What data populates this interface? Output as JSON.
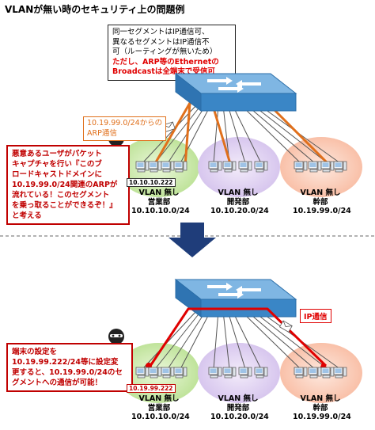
{
  "title": "VLANが無い時のセキュリティ上の問題例",
  "top": {
    "callout_lines": [
      "同一セグメントはIP通信可、",
      "異なるセグメントはIP通信不",
      "可（ルーティングが無いため）"
    ],
    "callout_red_lines": [
      "ただし、ARP等のEthernetの",
      "Broadcastは全端末で受信可"
    ],
    "arp_label_lines": [
      "10.19.99.0/24からの",
      "ARP通信"
    ],
    "attacker_lines": [
      "悪意あるユーザがパケット",
      "キャプチャを行い『このブ",
      "ロードキャストドメインに",
      "10.19.99.0/24関連のARPが",
      "流れている！このセグメント",
      "を乗っ取ることができるぞ！』",
      "と考える"
    ],
    "attacker_ip": "10.10.10.222"
  },
  "bottom": {
    "ip_label": "IP通信",
    "attacker_lines": [
      "端末の設定を",
      "10.19.99.222/24等に設定変",
      "更すると、10.19.99.0/24のセ",
      "グメントへの通信が可能！"
    ],
    "attacker_ip": "10.19.99.222"
  },
  "groups": [
    {
      "vlan": "VLAN 無し",
      "dept": "営業部",
      "subnet": "10.10.10.0/24",
      "color": "#c4e6a0"
    },
    {
      "vlan": "VLAN 無し",
      "dept": "開発部",
      "subnet": "10.10.20.0/24",
      "color": "#dccbef"
    },
    {
      "vlan": "VLAN 無し",
      "dept": "幹部",
      "subnet": "10.19.99.0/24",
      "color": "#fbcab6"
    }
  ],
  "colors": {
    "switch": "#3a86c6",
    "orange_path": "#e0701c",
    "red_path": "#e00000",
    "arrow": "#1f3d7a"
  }
}
